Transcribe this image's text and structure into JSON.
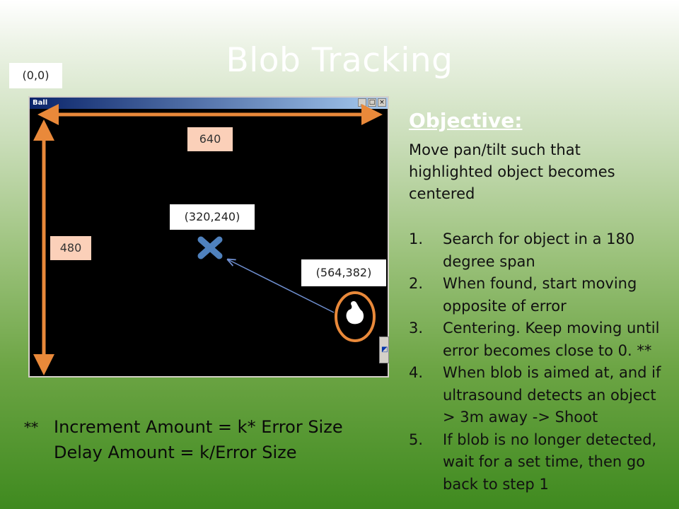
{
  "slide": {
    "title": "Blob Tracking"
  },
  "window": {
    "title": "Ball",
    "controls": [
      "_",
      "□",
      "×"
    ]
  },
  "labels": {
    "origin": "(0,0)",
    "width": "640",
    "height": "480",
    "center": "(320,240)",
    "blob": "(564,382)"
  },
  "objective": {
    "heading": "Objective:",
    "text": "Move pan/tilt such that highlighted object becomes centered",
    "steps": [
      {
        "num": "1.",
        "text": "Search for object in a 180 degree span"
      },
      {
        "num": "2.",
        "text": "When found, start moving opposite of error"
      },
      {
        "num": "3.",
        "text": "Centering. Keep moving until error becomes close to 0.  **"
      },
      {
        "num": "4.",
        "text": "When blob is aimed at, and if ultrasound detects an object > 3m away -> Shoot"
      },
      {
        "num": "5.",
        "text": "If blob is no longer detected, wait for a set time, then go back to step 1"
      }
    ]
  },
  "formula": {
    "stars": "**",
    "line1": "Increment Amount = k* Error Size",
    "line2": "Delay Amount = k/Error Size"
  },
  "colors": {
    "arrow": "#e9893a",
    "marker": "#4f81bd",
    "pointer": "#6f8fd0"
  }
}
